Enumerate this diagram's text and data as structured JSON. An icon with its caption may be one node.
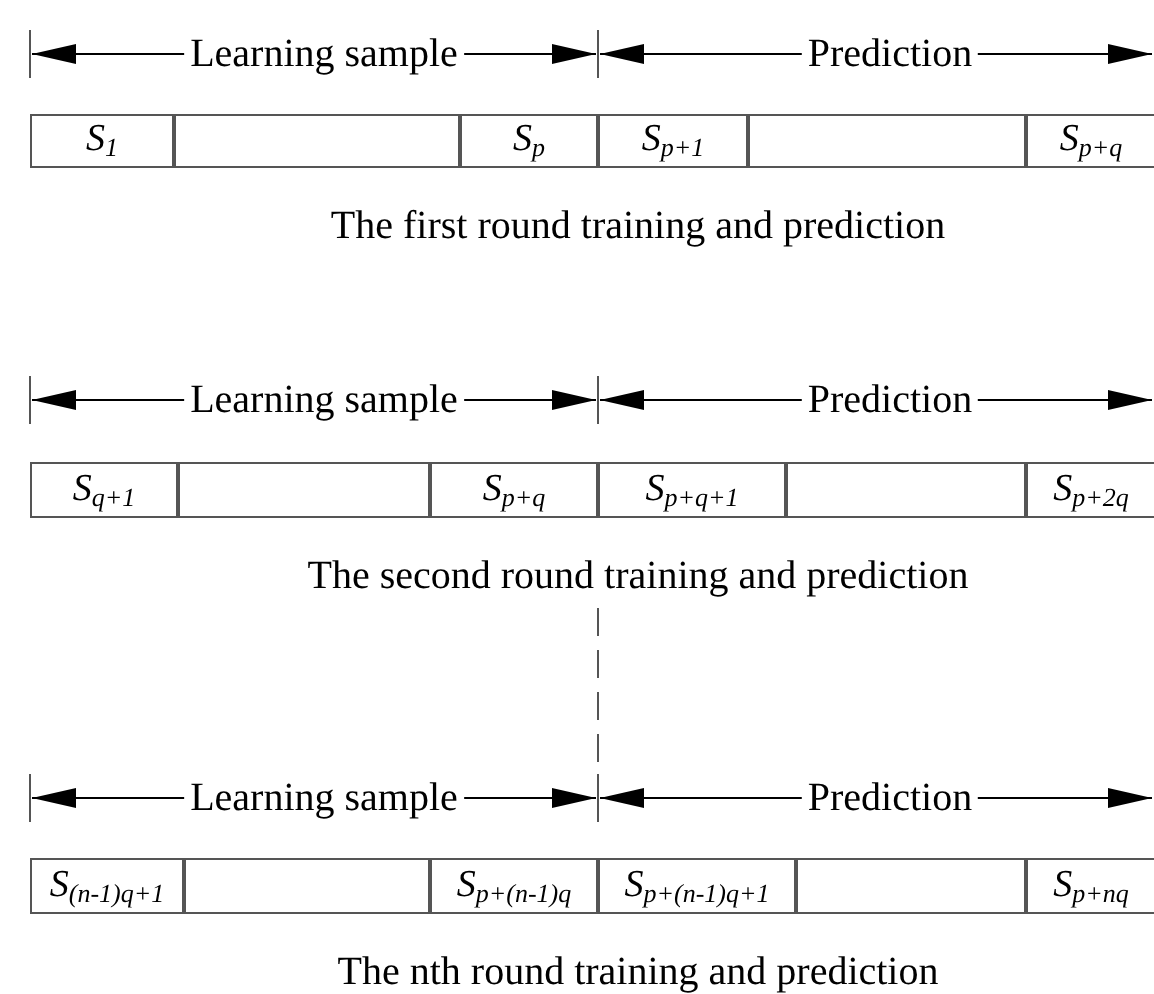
{
  "diagram": {
    "nodes": [
      {
        "text": [
          "*S*$_{1}$"
        ]
      },
      {
        "text": [],
        "shape": "box"
      },
      {
        "text": [
          "*S*$_{p}$"
        ]
      },
      {
        "text": [
          "*S*$_{p+1}$"
        ]
      },
      {
        "text": [],
        "shape": "box"
      },
      {
        "text": [
          "*S*$_{p+q}$"
        ]
      },
      {
        "text": [
          "*S*$_{q+1}$"
        ]
      },
      {
        "text": [],
        "shape": "box"
      },
      {
        "text": [
          "*S*$_{p+q}$"
        ]
      },
      {
        "text": [
          "*S*$_{p+q+1}$"
        ]
      },
      {
        "text": [],
        "shape": "box"
      },
      {
        "text": [
          "*S*$_{p+2q}$"
        ]
      },
      {
        "text": [
          "*S*$_{(n-1)q+1}$"
        ]
      },
      {
        "text": [],
        "shape": "box"
      },
      {
        "text": [
          "*S*$_{p+(n-1)q}$"
        ]
      },
      {
        "text": [
          "*S*$_{p+(n-1)q+1}$"
        ]
      },
      {
        "text": [],
        "shape": "box"
      },
      {
        "text": [
          "*S*$_{p+nq}$"
        ]
      }
    ],
    "labels": [
      "Learning sample",
      "Prediction",
      "The first round training and prediction",
      "Learning sample",
      "Prediction",
      "The second round training and prediction",
      "Learning sample",
      "Prediction",
      "The nth round training and prediction"
    ]
  }
}
